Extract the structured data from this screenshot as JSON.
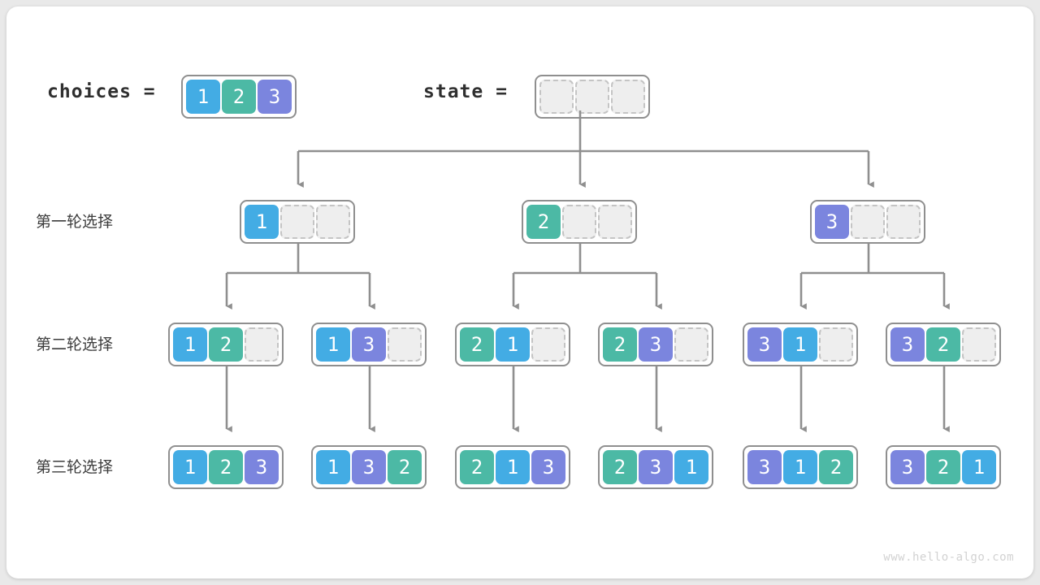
{
  "diagram": {
    "title": "permutation backtracking tree",
    "watermark": "www.hello-algo.com",
    "colors": {
      "value1": "#43ace4",
      "value2": "#4cb9a5",
      "value3": "#7b85de",
      "empty_fill": "#eeeeee",
      "empty_border": "#c4c4c4",
      "node_border": "#8f8f8f",
      "edge": "#8f8f8f",
      "text": "#3c3c3c",
      "background": "#ffffff"
    }
  },
  "header": {
    "choices_label": "choices =",
    "choices_cells": [
      "1",
      "2",
      "3"
    ],
    "state_label": "state =",
    "state_cells": [
      "",
      "",
      ""
    ]
  },
  "rows": [
    {
      "label": "第一轮选择",
      "nodes": [
        {
          "cells": [
            "1",
            "",
            ""
          ]
        },
        {
          "cells": [
            "2",
            "",
            ""
          ]
        },
        {
          "cells": [
            "3",
            "",
            ""
          ]
        }
      ]
    },
    {
      "label": "第二轮选择",
      "nodes": [
        {
          "cells": [
            "1",
            "2",
            ""
          ]
        },
        {
          "cells": [
            "1",
            "3",
            ""
          ]
        },
        {
          "cells": [
            "2",
            "1",
            ""
          ]
        },
        {
          "cells": [
            "2",
            "3",
            ""
          ]
        },
        {
          "cells": [
            "3",
            "1",
            ""
          ]
        },
        {
          "cells": [
            "3",
            "2",
            ""
          ]
        }
      ]
    },
    {
      "label": "第三轮选择",
      "nodes": [
        {
          "cells": [
            "1",
            "2",
            "3"
          ]
        },
        {
          "cells": [
            "1",
            "3",
            "2"
          ]
        },
        {
          "cells": [
            "2",
            "1",
            "3"
          ]
        },
        {
          "cells": [
            "2",
            "3",
            "1"
          ]
        },
        {
          "cells": [
            "3",
            "1",
            "2"
          ]
        },
        {
          "cells": [
            "3",
            "2",
            "1"
          ]
        }
      ]
    }
  ]
}
